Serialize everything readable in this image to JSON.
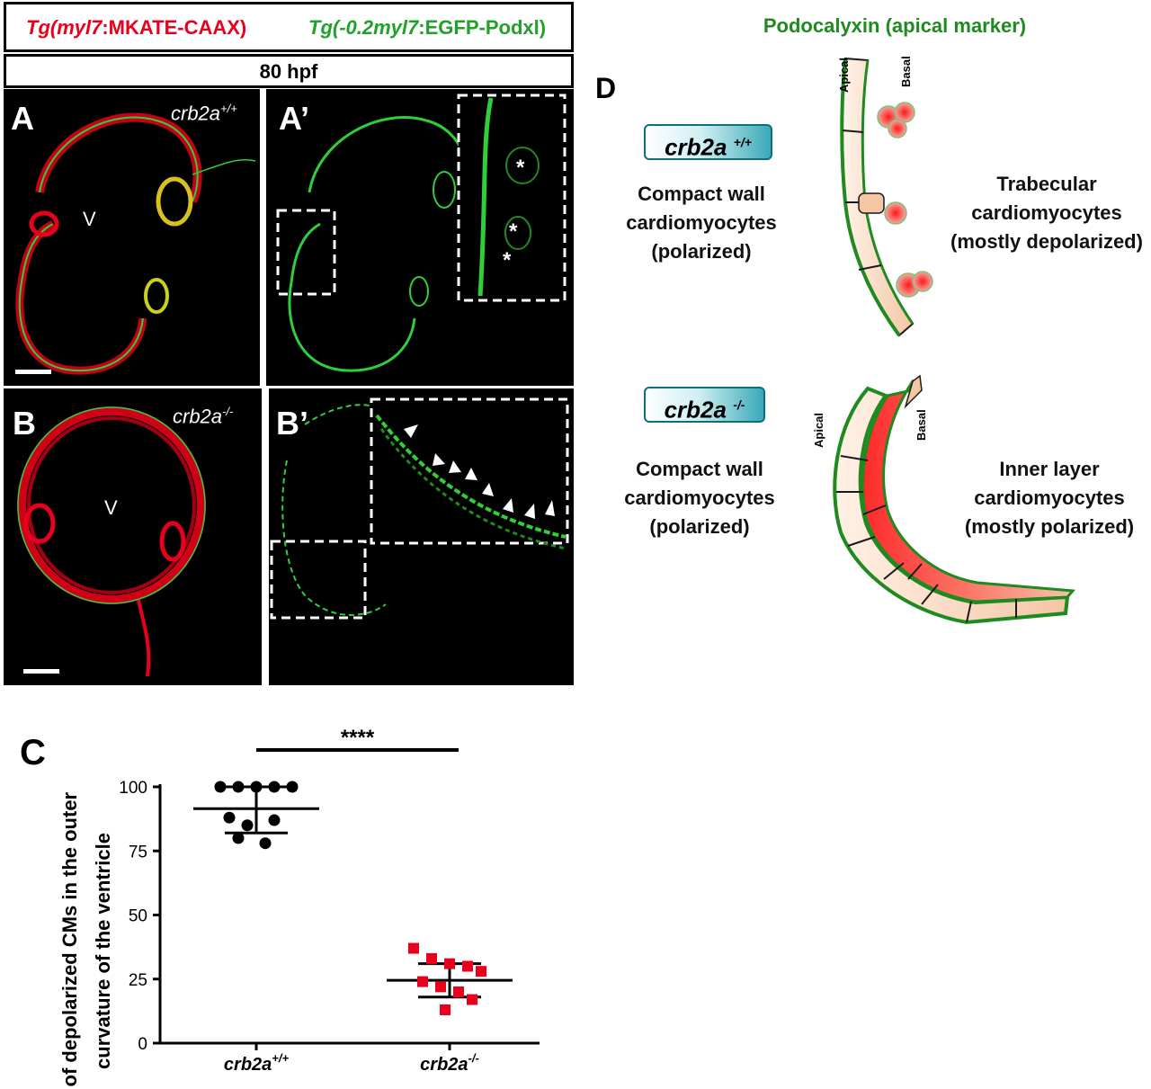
{
  "header": {
    "transgene1_prefix": "Tg(",
    "transgene1_italic": "myl7",
    "transgene1_suffix": ":MKATE-CAAX)",
    "transgene2_prefix": "Tg(-0.2",
    "transgene2_italic": "myl7",
    "transgene2_suffix": ":EGFP-Podxl)",
    "timepoint": "80 hpf"
  },
  "colors": {
    "red": "#e8001c",
    "green": "#1fa12a",
    "teal": "#3aa9b8",
    "dark_green": "#1f8a1f"
  },
  "panels": {
    "A": {
      "label": "A",
      "genotype": "crb2a",
      "genotype_sup": "+/+",
      "ventricle": "V"
    },
    "A_prime": {
      "label": "A’",
      "inset_marks": [
        "*",
        "*",
        "*"
      ]
    },
    "B": {
      "label": "B",
      "genotype": "crb2a",
      "genotype_sup": "-/-",
      "ventricle": "V"
    },
    "B_prime": {
      "label": "B’",
      "inset_marks": "arrowheads"
    }
  },
  "panel_C": {
    "label": "C",
    "significance": "****"
  },
  "chart_data": {
    "type": "scatter",
    "ylabel_line1": "% of depolarized CMs in the outer",
    "ylabel_line2": "curvature of the ventricle",
    "ylim": [
      0,
      100
    ],
    "yticks": [
      "0",
      "25",
      "50",
      "75",
      "100"
    ],
    "categories": [
      {
        "name": "crb2a",
        "sup": "+/+"
      },
      {
        "name": "crb2a",
        "sup": "-/-"
      }
    ],
    "series": [
      {
        "marker": "circle",
        "color": "#000000",
        "values": [
          100,
          100,
          100,
          100,
          100,
          88,
          85,
          78,
          80,
          87
        ],
        "mean": 91.5,
        "sd_low": 82,
        "sd_high": 100
      },
      {
        "marker": "square",
        "color": "#e8001c",
        "values": [
          37,
          33,
          31,
          30,
          28,
          24,
          22,
          20,
          17,
          13
        ],
        "mean": 24.5,
        "sd_low": 18,
        "sd_high": 31
      }
    ]
  },
  "panel_D": {
    "label": "D",
    "title": "Podocalyxin (apical marker)",
    "top": {
      "genotype": "crb2a",
      "genotype_sup": "+/+",
      "left_text": [
        "Compact wall",
        "cardiomyocytes",
        "(polarized)"
      ],
      "right_text": [
        "Trabecular",
        "cardiomyocytes",
        "(mostly depolarized)"
      ],
      "apical": "Apical",
      "basal": "Basal"
    },
    "bottom": {
      "genotype": "crb2a",
      "genotype_sup": "-/-",
      "left_text": [
        "Compact wall",
        "cardiomyocytes",
        "(polarized)"
      ],
      "right_text": [
        "Inner layer",
        "cardiomyocytes",
        "(mostly polarized)"
      ],
      "apical": "Apical",
      "basal": "Basal"
    }
  }
}
